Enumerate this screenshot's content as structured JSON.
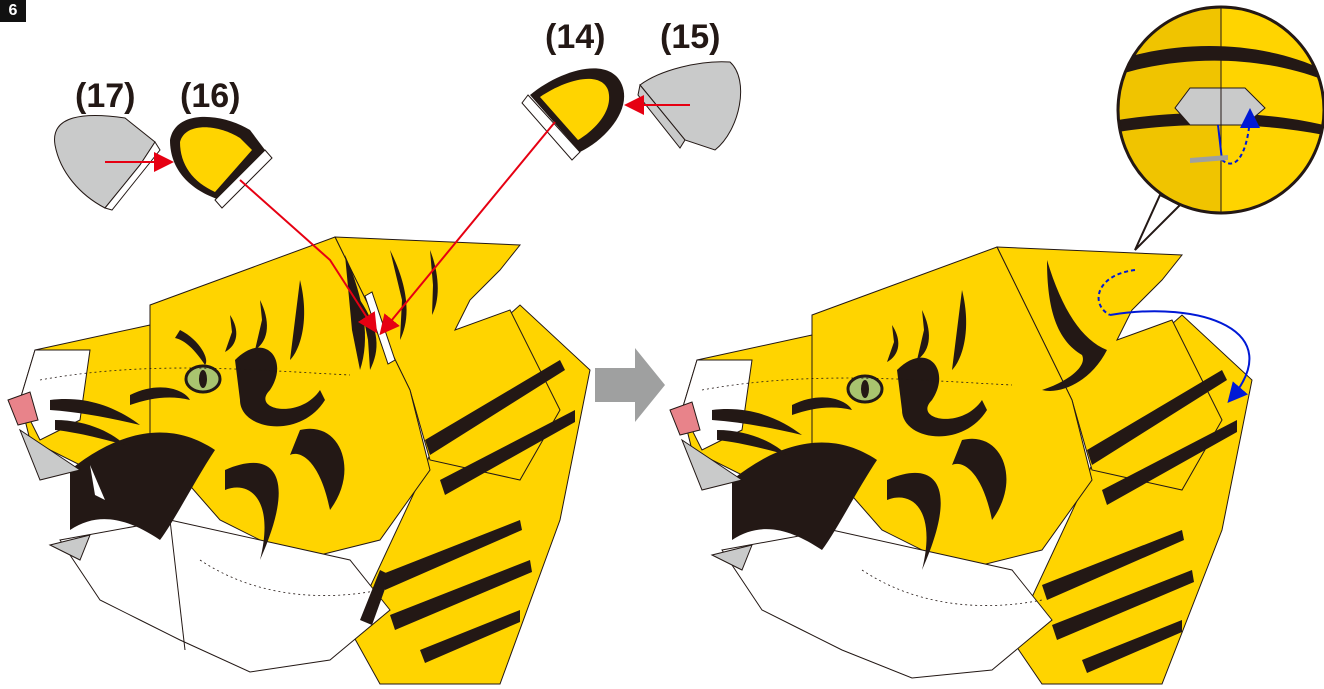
{
  "step": {
    "label": "6"
  },
  "parts": [
    {
      "id": "part-17",
      "label": "(17)"
    },
    {
      "id": "part-16",
      "label": "(16)"
    },
    {
      "id": "part-14",
      "label": "(14)"
    },
    {
      "id": "part-15",
      "label": "(15)"
    }
  ],
  "colors": {
    "tiger_yellow": "#FFD400",
    "stripe": "#231815",
    "paper_white": "#FFFFFF",
    "ear_gray": "#C9CACA",
    "arrow_red": "#E60012",
    "arrow_blue": "#0019D6",
    "step_arrow_gray": "#9FA0A0",
    "eye_green": "#A9C46F",
    "nose_pink": "#E8838A"
  },
  "icons": {
    "next_step_arrow": "right-arrow-icon",
    "zoom_callout": "magnifier-callout-icon"
  }
}
